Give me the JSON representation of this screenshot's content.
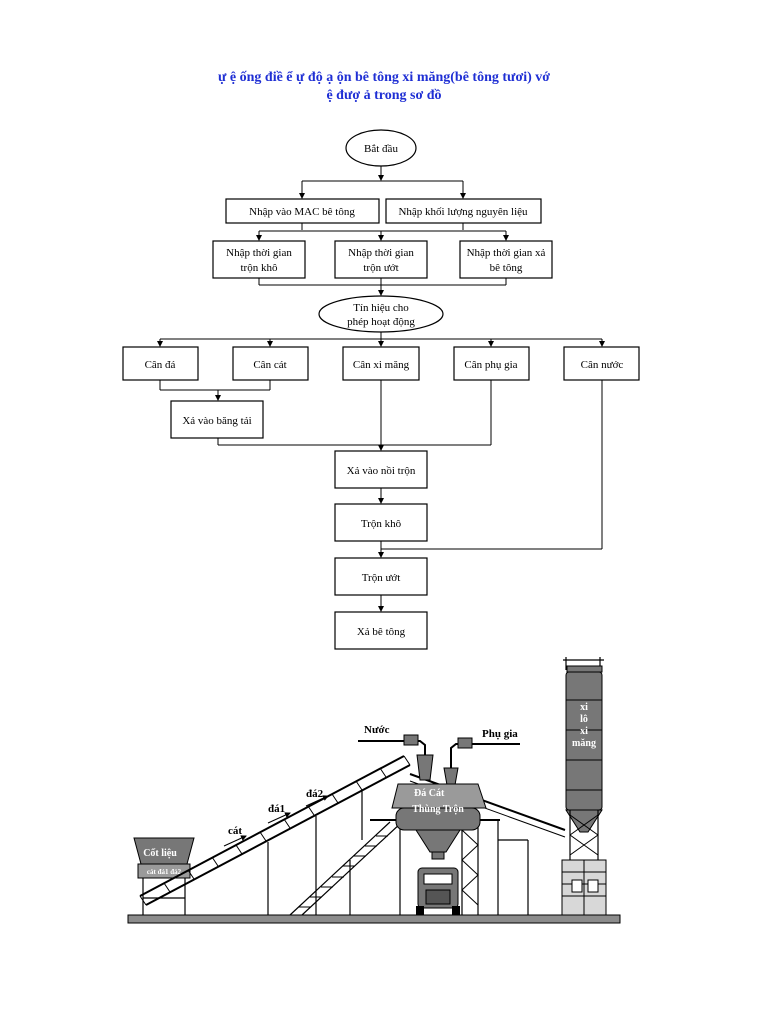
{
  "title": {
    "line1": "ự  ệ  ống điề  ể  ự độ   ạ  ộn bê tông xi măng(bê tông tươi) vớ",
    "line2": "ệ đượ   ả trong sơ đồ"
  },
  "flowchart": {
    "start": "Bắt đầu",
    "input_mac": "Nhập vào MAC bê tông",
    "input_mass": "Nhập khối lượng nguyên liệu",
    "time_dry_1": "Nhập thời gian",
    "time_dry_2": "trộn khô",
    "time_wet_1": "Nhập thời gian",
    "time_wet_2": "trộn ướt",
    "time_discharge_1": "Nhập thời gian xả",
    "time_discharge_2": "bê tông",
    "signal_1": "Tín hiệu cho",
    "signal_2": "phép hoạt động",
    "weigh_stone": "Cân đá",
    "weigh_sand": "Cân cát",
    "weigh_cement": "Cân xi măng",
    "weigh_additive": "Cân phụ gia",
    "weigh_water": "Cân nước",
    "conveyor": "Xả vào băng tải",
    "to_mixer": "Xả vào nồi trộn",
    "dry_mix": "Trộn khô",
    "wet_mix": "Trộn ướt",
    "discharge": "Xả bê tông"
  },
  "plant": {
    "water": "Nước",
    "additive": "Phụ gia",
    "aggregate": "Cốt liệu",
    "aggregate_sub": "cát đá1 đá2",
    "sand": "cát",
    "stone1": "đá1",
    "stone2": "đá2",
    "scale_labels": "Đá Cát",
    "mixer": "Thùng Trộn",
    "silo_1": "xi",
    "silo_2": "lô",
    "silo_3": "xi",
    "silo_4": "măng"
  }
}
